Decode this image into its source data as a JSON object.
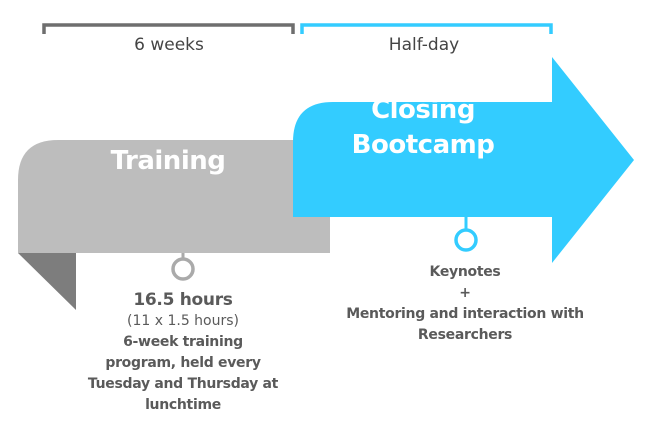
{
  "colors": {
    "gray": "#bdbdbd",
    "gray_dark": "#7d7d7d",
    "blue": "#33ccff",
    "text": "#5a5a5a"
  },
  "phases": [
    {
      "duration": "6 weeks",
      "title": "Training",
      "details": {
        "headline": "16.5 hours",
        "sub": "(11 x 1.5 hours)",
        "lines": [
          "6-week training",
          "program, held every",
          "Tuesday and Thursday at",
          "lunchtime"
        ]
      }
    },
    {
      "duration": "Half-day",
      "title_lines": [
        "Closing",
        "Bootcamp"
      ],
      "details": {
        "lines": [
          "Keynotes",
          "+",
          "Mentoring and interaction with",
          "Researchers"
        ]
      }
    }
  ]
}
